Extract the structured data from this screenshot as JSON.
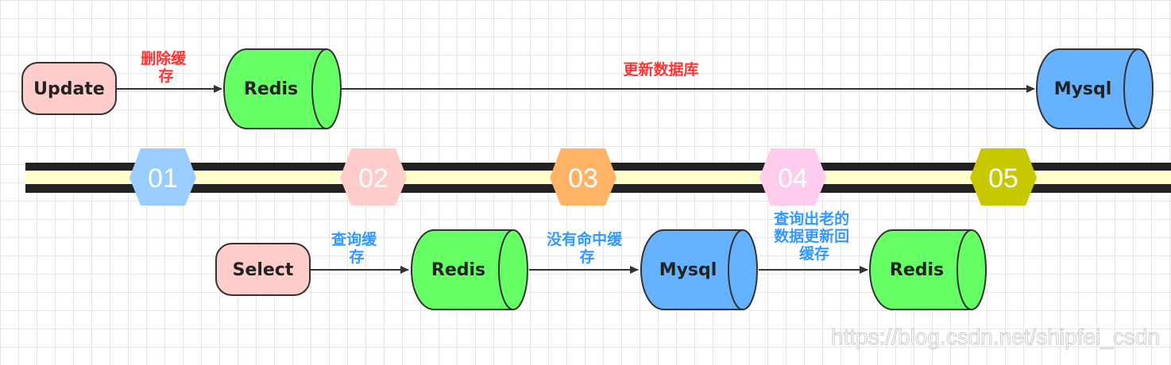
{
  "top_flow": {
    "start_label": "Update",
    "edge1_label": [
      "删除缓",
      "存"
    ],
    "cache_label": "Redis",
    "edge2_label": "更新数据库",
    "db_label": "Mysql"
  },
  "timeline": {
    "steps": [
      {
        "label": "01",
        "color": "#99ccff"
      },
      {
        "label": "02",
        "color": "#ffcccc"
      },
      {
        "label": "03",
        "color": "#ffb366"
      },
      {
        "label": "04",
        "color": "#ffccee"
      },
      {
        "label": "05",
        "color": "#c8c800"
      }
    ]
  },
  "bottom_flow": {
    "start_label": "Select",
    "edge1_label": [
      "查询缓",
      "存"
    ],
    "cache1_label": "Redis",
    "edge2_label": [
      "没有命中缓",
      "存"
    ],
    "db_label": "Mysql",
    "edge3_label": [
      "查询出老的",
      "数据更新回",
      "缓存"
    ],
    "cache2_label": "Redis"
  },
  "watermark": "https://blog.csdn.net/shipfei_csdn",
  "colors": {
    "start_node": "#ffcccc",
    "redis": "#66ff66",
    "mysql": "#66b2ff",
    "edge_label_red": "#ff3333",
    "edge_label_blue": "#3399ff",
    "timeline_dark": "#222222",
    "timeline_light": "#ffffcc"
  }
}
